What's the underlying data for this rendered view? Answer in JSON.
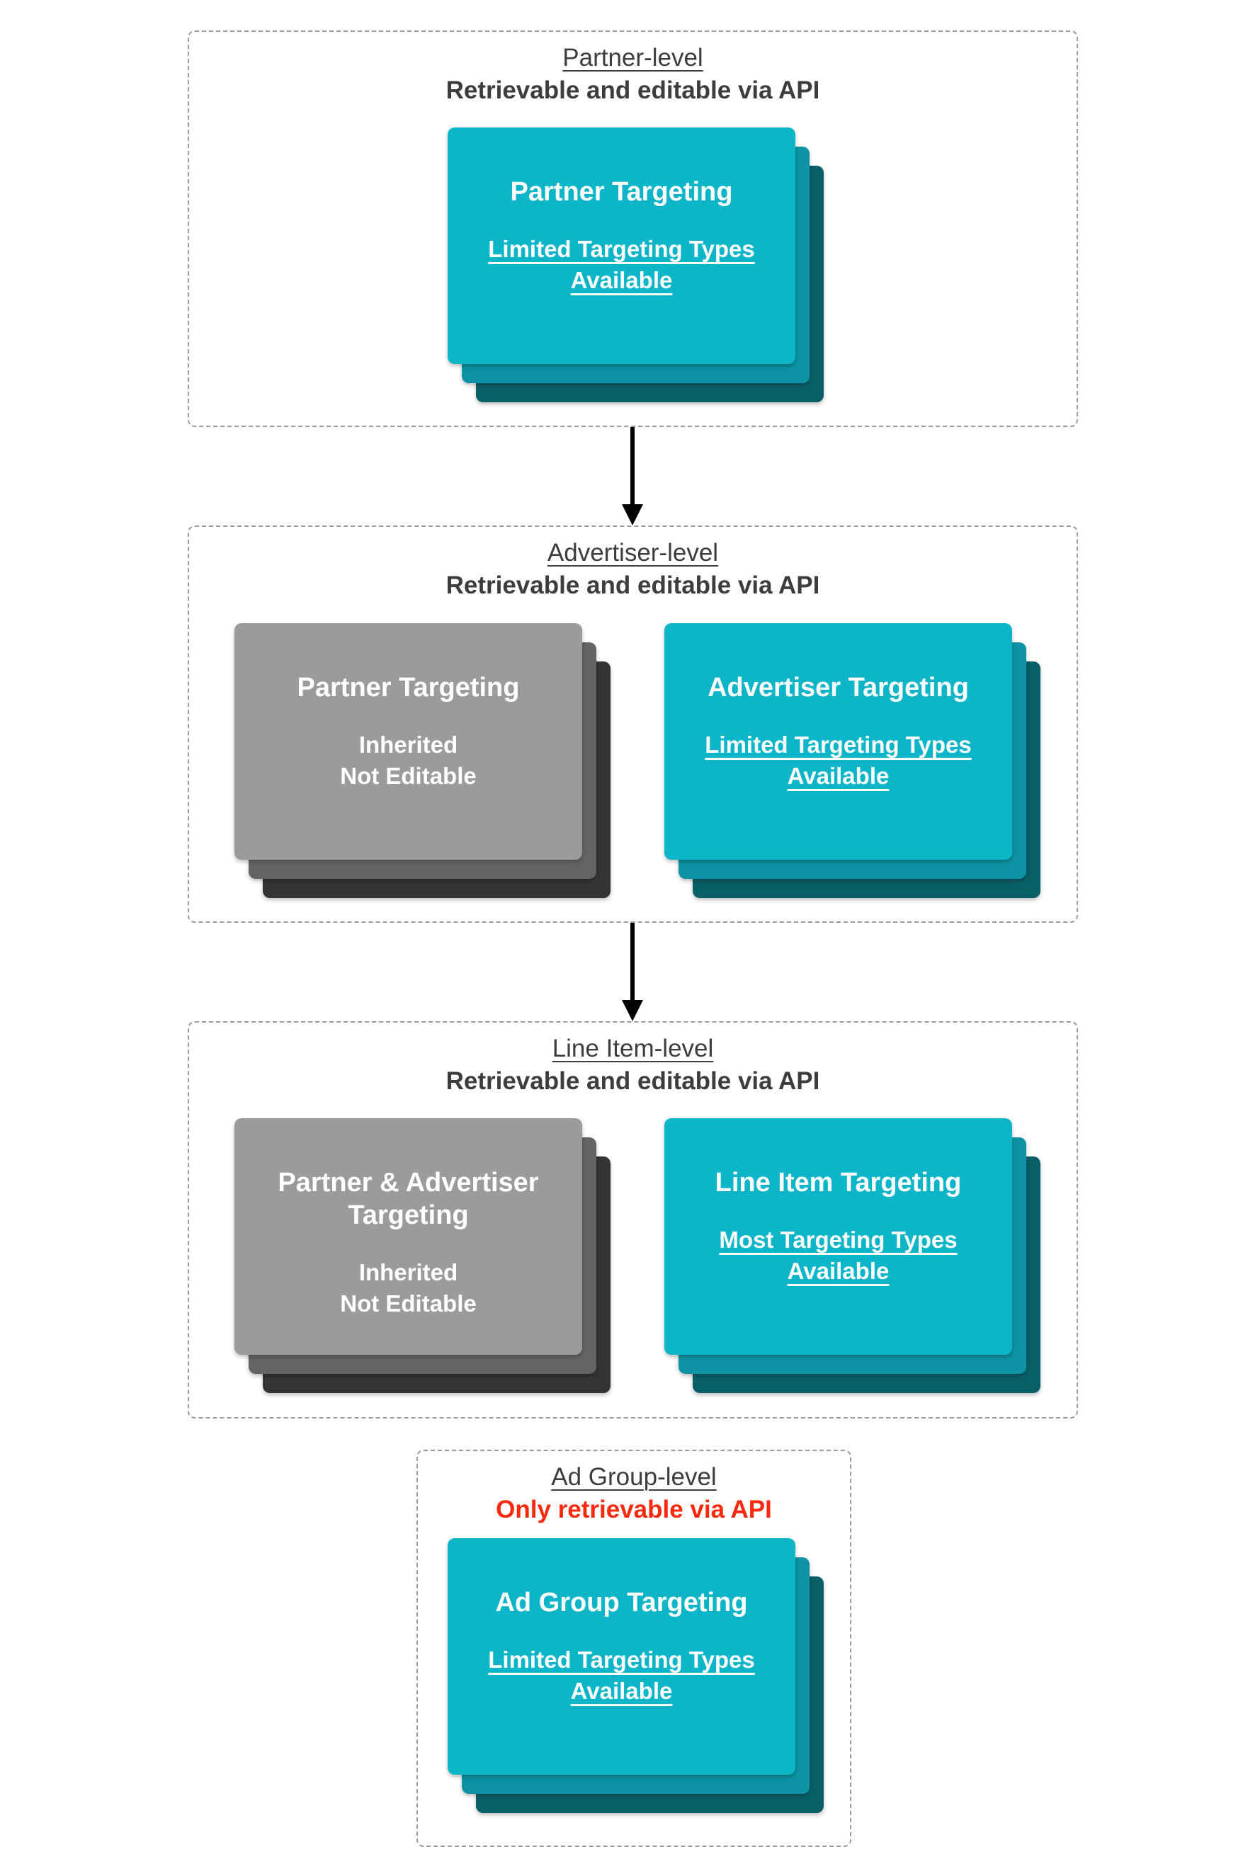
{
  "diagram_title": "Targeting hierarchy levels",
  "colors": {
    "background": "#ffffff",
    "section_border": "#9b9b9b",
    "header_text": "#3d3d3d",
    "alert_text": "#f8290e",
    "card_cyan": "#0db5c8",
    "card_cyan_shadow1": "#0d93a3",
    "card_cyan_shadow2": "#095f67",
    "card_gray": "#9b9b9b",
    "card_gray_shadow1": "#646464",
    "card_gray_shadow2": "#343434",
    "card_text": "#ffffff",
    "arrow": "#000000"
  },
  "sections": [
    {
      "title": "Partner-level",
      "subtitle": "Retrievable and editable via API",
      "cards": [
        {
          "title": "Partner Targeting",
          "body_lines": [
            "Limited Targeting Types Available"
          ]
        }
      ]
    },
    {
      "title": "Advertiser-level",
      "subtitle": "Retrievable and editable via API",
      "cards": [
        {
          "title": "Partner Targeting",
          "body_lines": [
            "Inherited",
            "Not Editable"
          ]
        },
        {
          "title": "Advertiser Targeting",
          "body_lines": [
            "Limited Targeting Types Available"
          ]
        }
      ]
    },
    {
      "title": "Line Item-level",
      "subtitle": "Retrievable and editable via API",
      "cards": [
        {
          "title": "Partner & Advertiser Targeting",
          "body_lines": [
            "Inherited",
            "Not Editable"
          ]
        },
        {
          "title": "Line Item Targeting",
          "body_lines": [
            "Most Targeting Types Available"
          ]
        }
      ]
    },
    {
      "title": "Ad Group-level",
      "subtitle": "Only retrievable via API",
      "cards": [
        {
          "title": "Ad Group Targeting",
          "body_lines": [
            "Limited Targeting Types Available"
          ]
        }
      ]
    }
  ]
}
